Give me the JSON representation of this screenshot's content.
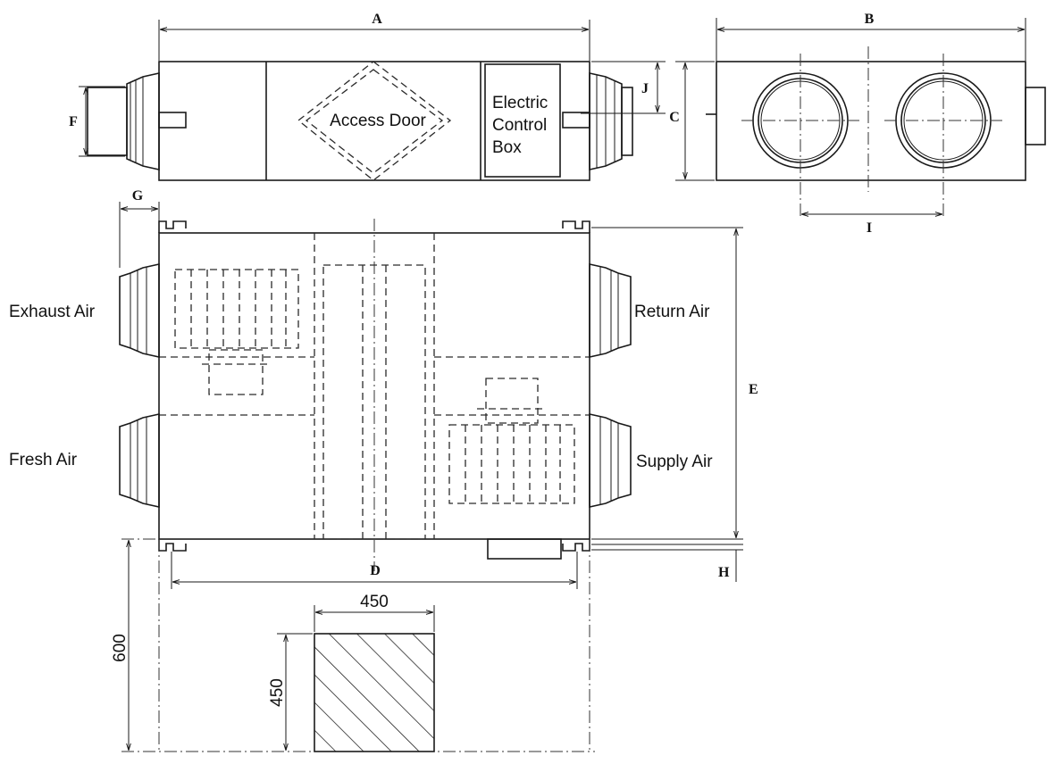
{
  "dimension_letters": {
    "A": "A",
    "B": "B",
    "C": "C",
    "D": "D",
    "E": "E",
    "F": "F",
    "G": "G",
    "H": "H",
    "I": "I",
    "J": "J"
  },
  "component_labels": {
    "access_door": "Access Door",
    "control_box_line1": "Electric",
    "control_box_line2": "Control",
    "control_box_line3": "Box"
  },
  "airflow_labels": {
    "exhaust": "Exhaust Air",
    "fresh": "Fresh Air",
    "return": "Return Air",
    "supply": "Supply Air"
  },
  "clearance": {
    "width": "450",
    "height": "450",
    "depth": "600"
  },
  "colors": {
    "line": "#1a1a1a",
    "background": "#ffffff"
  }
}
